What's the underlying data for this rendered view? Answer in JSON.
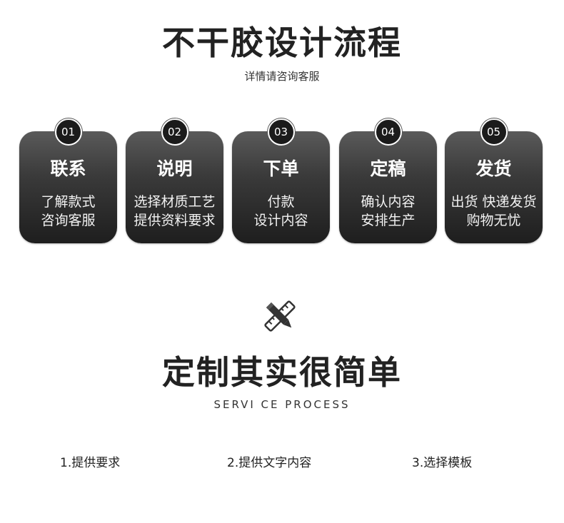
{
  "header": {
    "title": "不干胶设计流程",
    "subtitle": "详情请咨询客服"
  },
  "steps": [
    {
      "num": "01",
      "title": "联系",
      "line1": "了解款式",
      "line2": "咨询客服"
    },
    {
      "num": "02",
      "title": "说明",
      "line1": "选择材质工艺",
      "line2": "提供资料要求"
    },
    {
      "num": "03",
      "title": "下单",
      "line1": "付款",
      "line2": "设计内容"
    },
    {
      "num": "04",
      "title": "定稿",
      "line1": "确认内容",
      "line2": "安排生产"
    },
    {
      "num": "05",
      "title": "发货",
      "line1": "出货 快递发货",
      "line2": "购物无忧"
    }
  ],
  "section2": {
    "icon": "pencil-ruler-icon",
    "title": "定制其实很简单",
    "subtitle": "SERVI CE PROCESS",
    "options": [
      "1.提供要求",
      "2.提供文字内容",
      "3.选择模板"
    ]
  },
  "colors": {
    "card_top": "#5a5a5a",
    "card_bottom": "#1e1e1e",
    "text_dark": "#222222"
  }
}
